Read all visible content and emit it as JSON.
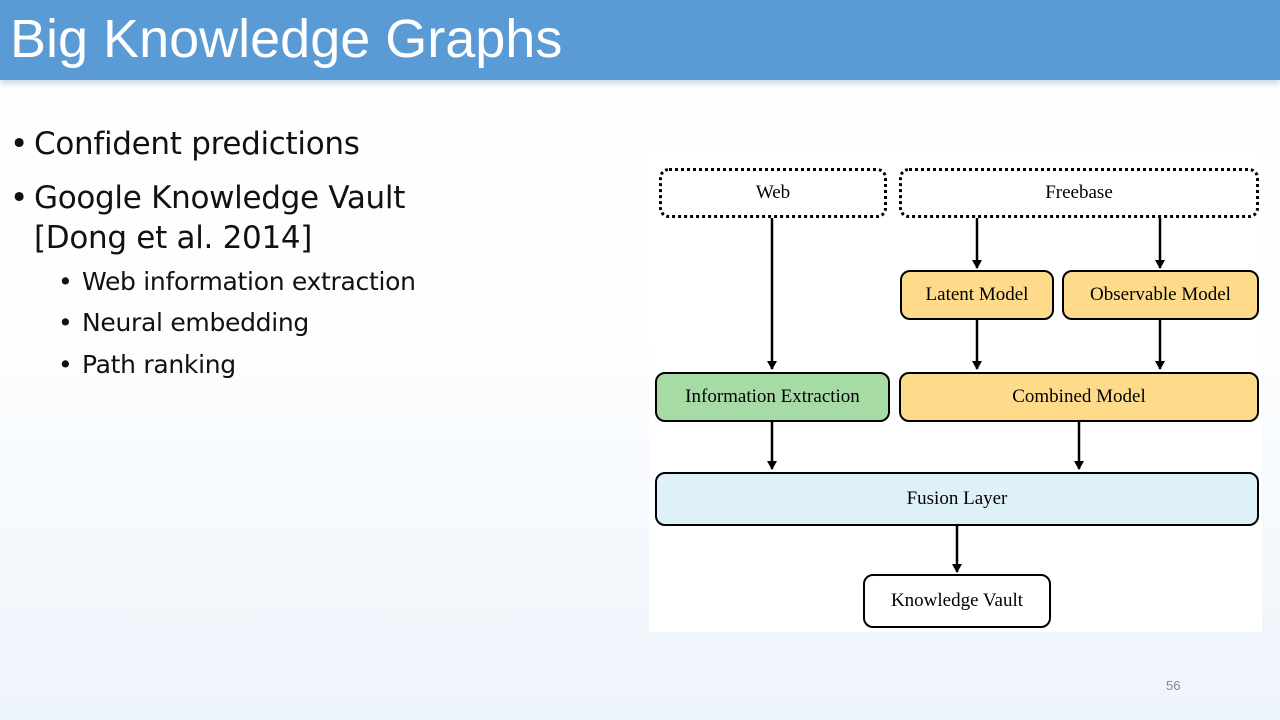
{
  "slide": {
    "title": "Big Knowledge Graphs",
    "page_number": "56"
  },
  "bullets": [
    {
      "text": "Confident predictions"
    },
    {
      "text": "Google Knowledge Vault",
      "continuation": "[Dong et al. 2014]",
      "sub_items": [
        {
          "text": "Web information extraction"
        },
        {
          "text": "Neural embedding"
        },
        {
          "text": "Path ranking"
        }
      ]
    }
  ],
  "diagram": {
    "nodes": {
      "web": "Web",
      "freebase": "Freebase",
      "latent_model": "Latent Model",
      "observable_model": "Observable Model",
      "information_extraction": "Information Extraction",
      "combined_model": "Combined Model",
      "fusion_layer": "Fusion Layer",
      "knowledge_vault": "Knowledge Vault"
    },
    "colors": {
      "model_fill": "#fddb8a",
      "extraction_fill": "#a7dba6",
      "fusion_fill": "#dff1f8",
      "title_bar": "#5b9bd5"
    },
    "edges": [
      [
        "web",
        "information_extraction"
      ],
      [
        "freebase",
        "latent_model"
      ],
      [
        "freebase",
        "observable_model"
      ],
      [
        "latent_model",
        "combined_model"
      ],
      [
        "observable_model",
        "combined_model"
      ],
      [
        "information_extraction",
        "fusion_layer"
      ],
      [
        "combined_model",
        "fusion_layer"
      ],
      [
        "fusion_layer",
        "knowledge_vault"
      ]
    ]
  }
}
